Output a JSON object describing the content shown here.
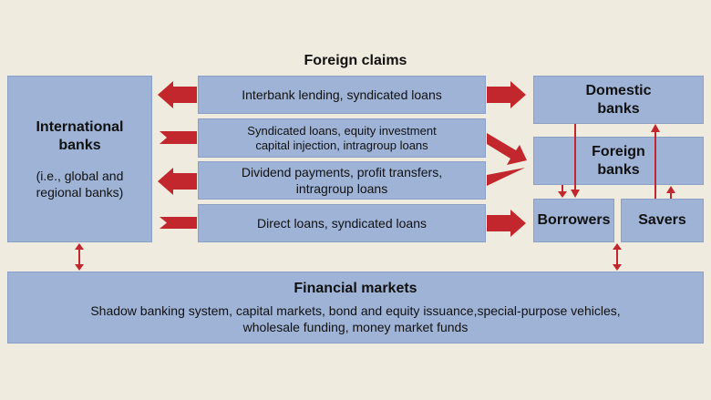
{
  "title": "Foreign claims",
  "international_banks": {
    "name_line1": "International",
    "name_line2": "banks",
    "desc_line1": "(i.e., global and",
    "desc_line2": "regional banks)"
  },
  "flows": {
    "interbank": "Interbank lending, syndicated loans",
    "syndicated_line1": "Syndicated loans, equity investment",
    "syndicated_line2": "capital injection, intragroup loans",
    "dividend_line1": "Dividend payments, profit transfers,",
    "dividend_line2": "intragroup loans",
    "direct": "Direct loans, syndicated loans"
  },
  "domestic_banks": {
    "line1": "Domestic",
    "line2": "banks"
  },
  "foreign_banks": {
    "line1": "Foreign",
    "line2": "banks"
  },
  "borrowers": "Borrowers",
  "savers": "Savers",
  "financial_markets": {
    "title": "Financial markets",
    "line1": "Shadow banking system, capital markets, bond and equity issuance,special-purpose vehicles,",
    "line2": "wholesale funding, money market funds"
  },
  "colors": {
    "box": "#9eb3d6",
    "arrow": "#c1272d",
    "background": "#f0ebdf"
  }
}
